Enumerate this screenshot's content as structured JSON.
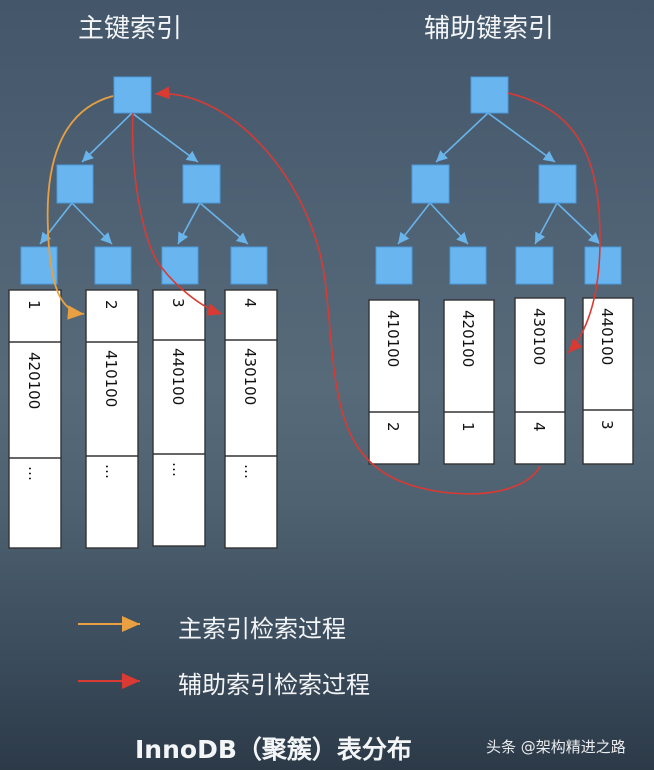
{
  "titles": {
    "primary": "主键索引",
    "secondary": "辅助键索引"
  },
  "primary_leaves": [
    {
      "key": "1",
      "value": "420100",
      "more": "…"
    },
    {
      "key": "2",
      "value": "410100",
      "more": "…"
    },
    {
      "key": "3",
      "value": "440100",
      "more": "…"
    },
    {
      "key": "4",
      "value": "430100",
      "more": "…"
    }
  ],
  "secondary_leaves": [
    {
      "key": "410100",
      "pk": "2"
    },
    {
      "key": "420100",
      "pk": "1"
    },
    {
      "key": "430100",
      "pk": "4"
    },
    {
      "key": "440100",
      "pk": "3"
    }
  ],
  "legend": {
    "primary_search": "主索引检索过程",
    "secondary_search": "辅助索引检索过程"
  },
  "colors": {
    "primary_search": "#e8a040",
    "secondary_search": "#d93a33",
    "node": "#69b5f0"
  },
  "footer": "InnoDB（聚簇）表分布",
  "watermark": "头条 @架构精进之路"
}
